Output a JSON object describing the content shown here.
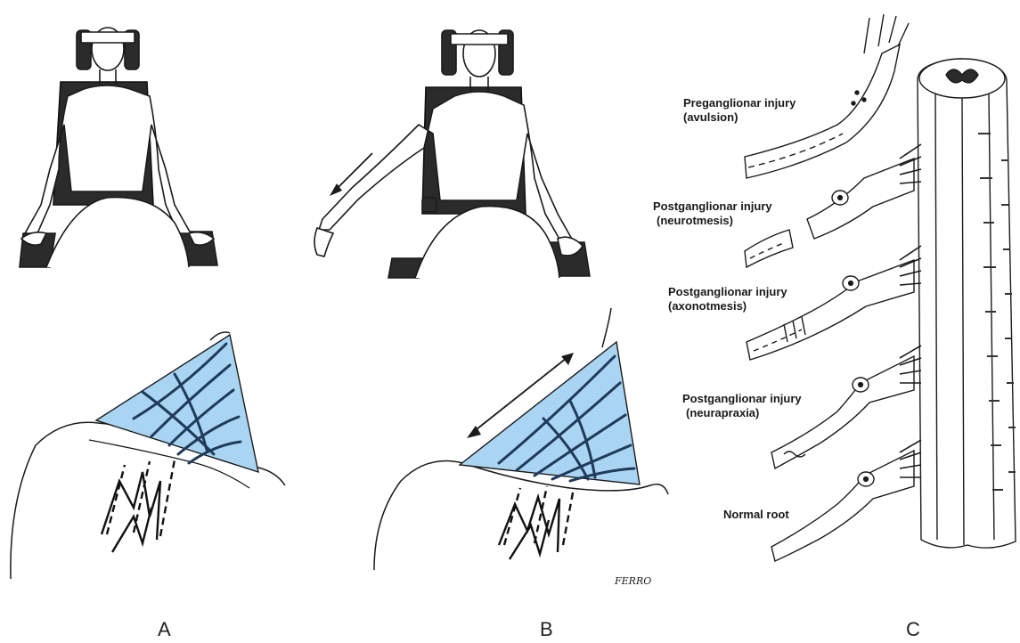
{
  "panels": {
    "a": {
      "letter": "A"
    },
    "b": {
      "letter": "B"
    },
    "c": {
      "letter": "C"
    }
  },
  "injuries": [
    {
      "line1": "Preganglionar injury",
      "line2": "(avulsion)"
    },
    {
      "line1": "Postganglionar injury",
      "line2": "(neurotmesis)"
    },
    {
      "line1": "Postganglionar injury",
      "line2": "(axonotmesis)"
    },
    {
      "line1": "Postganglionar injury",
      "line2": "(neurapraxia)"
    },
    {
      "line1": "Normal root",
      "line2": ""
    }
  ],
  "signature": "FERRO",
  "colors": {
    "triangle_fill": "#a9d4f2",
    "ink": "#1a1a1a",
    "chair": "#2a2a2a"
  }
}
